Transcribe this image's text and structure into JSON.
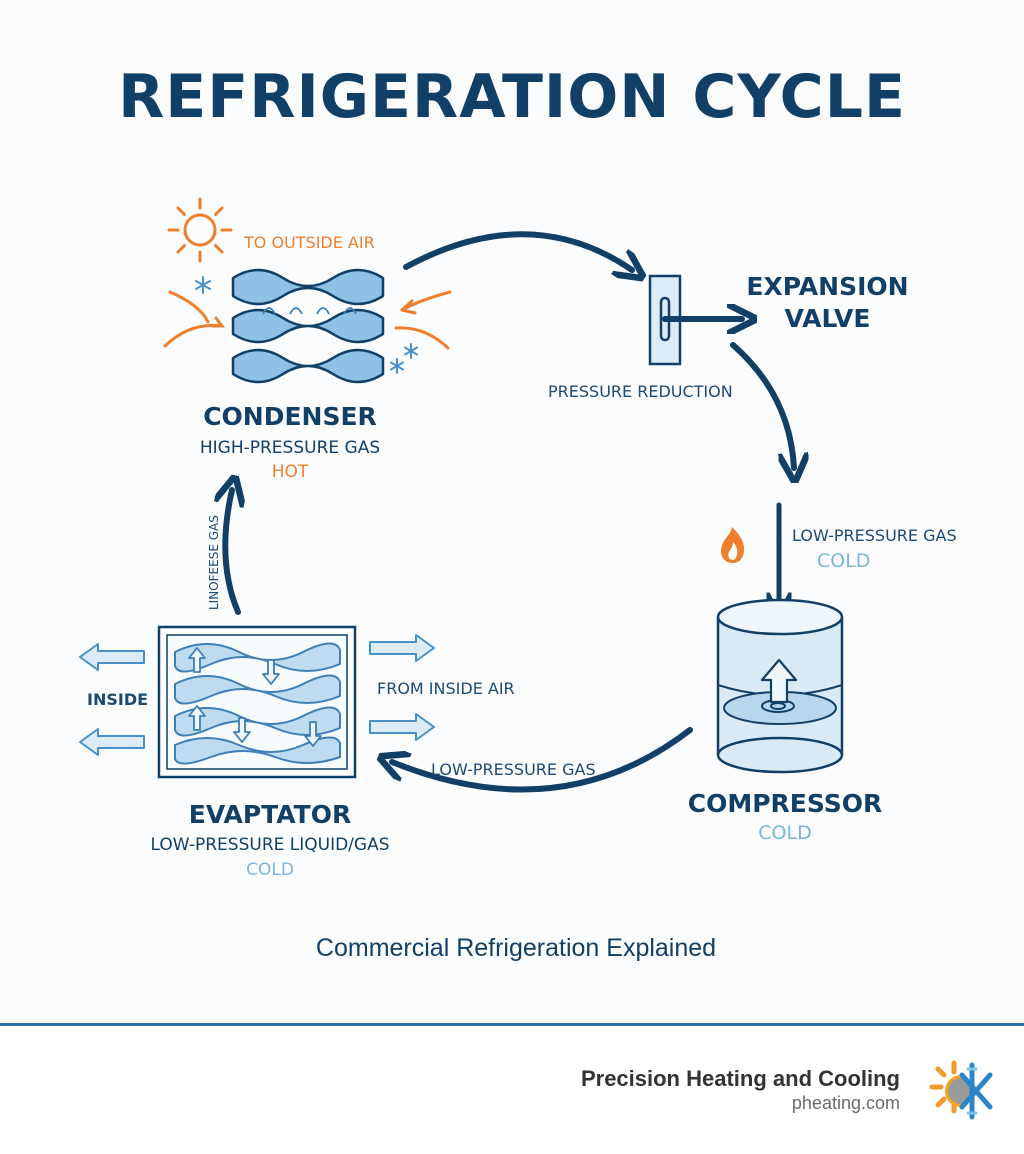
{
  "title": "REFRIGERATION CYCLE",
  "condenser": {
    "annotation": "TO OUTSIDE AIR",
    "name": "CONDENSER",
    "state": "HIGH-PRESSURE GAS",
    "temp": "HOT"
  },
  "expansion_valve": {
    "name_line1": "EXPANSION",
    "name_line2": "VALVE",
    "note": "PRESSURE REDUCTION"
  },
  "compressor": {
    "inlet_state": "LOW-PRESSURE GAS",
    "inlet_temp": "COLD",
    "name": "COMPRESSOR",
    "temp": "COLD"
  },
  "evaporator": {
    "left_label": "INSIDE",
    "right_label": "FROM INSIDE AIR",
    "name": "EVAPTATOR",
    "state": "LOW-PRESSURE LIQUID/GAS",
    "temp": "COLD",
    "vertical_label": "LINOFEESE GAS"
  },
  "return_line_label": "LOW-PRESSURE GAS",
  "subtitle": "Commercial Refrigeration Explained",
  "footer": {
    "brand": "Precision Heating and Cooling",
    "url": "pheating.com"
  },
  "colors": {
    "navy": "#123f66",
    "hot_orange": "#ee7f2d",
    "cold_blue": "#7bb6d8",
    "pale_blue": "#dcecf7"
  },
  "icons": [
    "sun-icon",
    "snowflake-icon",
    "flame-icon",
    "up-arrow-icon",
    "company-logo-icon"
  ]
}
